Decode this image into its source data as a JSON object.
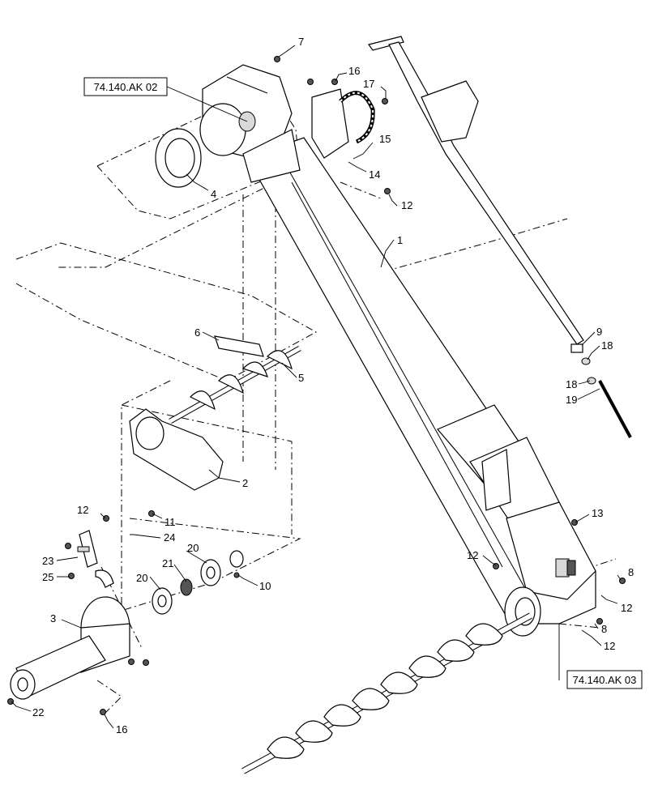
{
  "refs": {
    "ref_top": "74.140.AK 02",
    "ref_bottom": "74.140.AK 03"
  },
  "callouts": {
    "c1": "1",
    "c2": "2",
    "c3": "3",
    "c4": "4",
    "c5": "5",
    "c6": "6",
    "c7": "7",
    "c8a": "8",
    "c8b": "8",
    "c9": "9",
    "c10": "10",
    "c11": "11",
    "c12a": "12",
    "c12b": "12",
    "c12c": "12",
    "c12d": "12",
    "c12e": "12",
    "c13": "13",
    "c14": "14",
    "c15": "15",
    "c16a": "16",
    "c16b": "16",
    "c17": "17",
    "c18a": "18",
    "c18b": "18",
    "c19": "19",
    "c20a": "20",
    "c20b": "20",
    "c21": "21",
    "c22": "22",
    "c23": "23",
    "c24": "24",
    "c25": "25"
  }
}
